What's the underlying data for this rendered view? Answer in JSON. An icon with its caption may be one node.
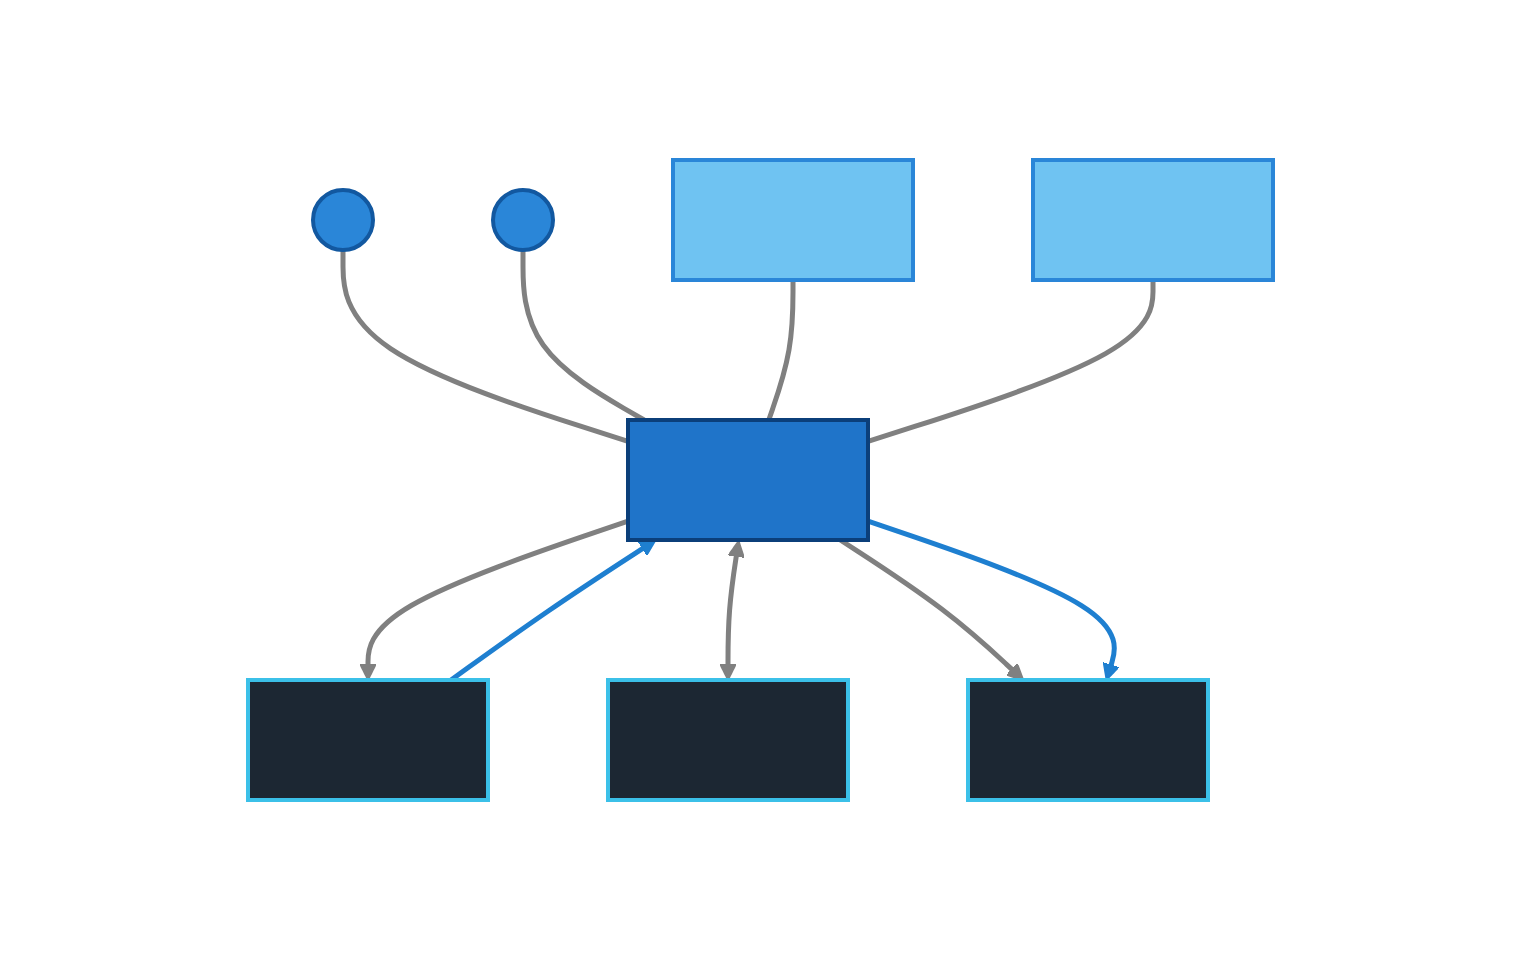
{
  "diagram": {
    "nodes": [
      {
        "text": [],
        "shape": "box"
      },
      {
        "text": [],
        "shape": "circle"
      },
      {
        "text": [],
        "shape": "circle"
      },
      {
        "text": [],
        "shape": "box"
      },
      {
        "text": [],
        "shape": "box"
      },
      {
        "text": [],
        "shape": "box"
      },
      {
        "text": [],
        "shape": "box"
      },
      {
        "text": [],
        "shape": "box"
      }
    ],
    "edges": [
      {
        "from": 1,
        "to": 0,
        "arrow": "none"
      },
      {
        "from": 2,
        "to": 0,
        "arrow": "none"
      },
      {
        "from": 3,
        "to": 0,
        "arrow": "none"
      },
      {
        "from": 4,
        "to": 0,
        "arrow": "none"
      },
      {
        "from": 5,
        "to": 0,
        "arrow": "to",
        "color": "#1e7fd0"
      },
      {
        "from": 0,
        "to": 5,
        "arrow": "to"
      },
      {
        "from": 0,
        "to": 6,
        "arrow": "both"
      },
      {
        "from": 0,
        "to": 7,
        "arrow": "to"
      },
      {
        "from": 0,
        "to": 7,
        "arrow": "to",
        "color": "#1e7fd0"
      }
    ]
  }
}
